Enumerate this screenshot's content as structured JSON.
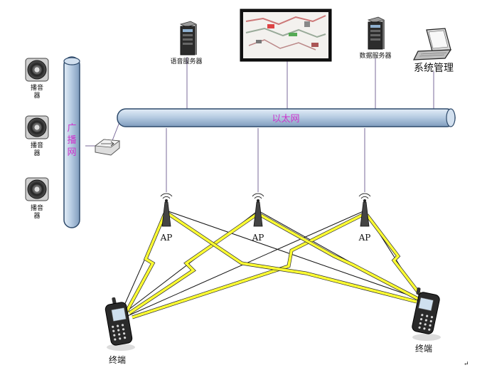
{
  "labels": {
    "voice_server": "语音服务器",
    "data_server": "数据服务器",
    "system_mgmt": "系统管理",
    "ethernet": "以太网",
    "broadcast_net_1": "广",
    "broadcast_net_2": "播",
    "broadcast_net_3": "网",
    "speaker_label_a": "播音",
    "speaker_label_b": "器",
    "ap": "AP",
    "terminal": "终端",
    "corner_mark": "↵"
  },
  "colors": {
    "pipe_fill": "#b8cde3",
    "pipe_stroke": "#2e4a6b",
    "lightning": "#ffff33",
    "ethernet_text": "#cc33cc"
  },
  "icons": [
    "voice-server-icon",
    "monitor-map-icon",
    "data-server-icon",
    "laptop-icon",
    "speaker-icon",
    "switch-icon",
    "ap-antenna-icon",
    "mobile-terminal-icon"
  ]
}
